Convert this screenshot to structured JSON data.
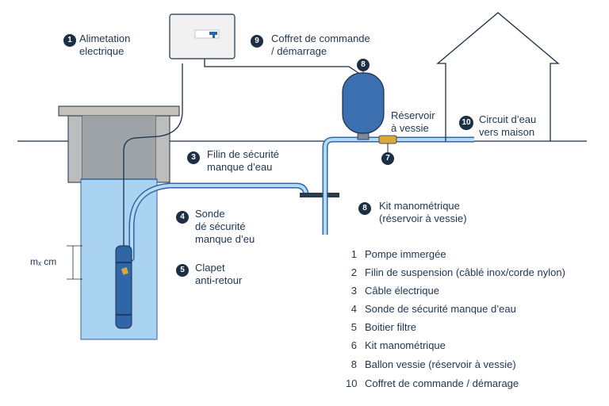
{
  "labels": {
    "l1": {
      "num": "1",
      "text1": "Alimetation",
      "text2": "electrique"
    },
    "l3": {
      "num": "3",
      "text1": "Filin de sécurité",
      "text2": "manque d’eau"
    },
    "l4": {
      "num": "4",
      "text1": "Sonde",
      "text2": "dé sécurité",
      "text3": "manque d’eu"
    },
    "l5": {
      "num": "5",
      "text1": "Clapet",
      "text2": "anti-retour"
    },
    "l7": {
      "num": "7"
    },
    "l8top": {
      "num": "8"
    },
    "l8kit": {
      "num": "8",
      "text1": "Kit manométrique",
      "text2": "(réservoir à vessie)"
    },
    "l9": {
      "num": "9",
      "text1": "Coffret de commande",
      "text2": "/ démarrage"
    },
    "l10": {
      "num": "10",
      "text1": "Circuit d’eau",
      "text2": "vers maison"
    },
    "reservoir": {
      "text1": "Réservoir",
      "text2": "à vessie"
    }
  },
  "depth_label": "mₓ cm",
  "legend": [
    {
      "num": "1",
      "text": "Pompe immergée"
    },
    {
      "num": "2",
      "text": "Filin de suspension (câblé inox/corde nylon)"
    },
    {
      "num": "3",
      "text": "Câble électrique"
    },
    {
      "num": "4",
      "text": "Sonde de sécurité manque d’eau"
    },
    {
      "num": "5",
      "text": "Boitier filtre"
    },
    {
      "num": "6",
      "text": "Kit manométrique"
    },
    {
      "num": "8",
      "text": "Ballon vessie (réservoir à vessie)"
    },
    {
      "num": "10",
      "text": "Coffret de commande / démarage"
    }
  ],
  "colors": {
    "navy": "#1c2f45",
    "water": "#a9d3f1",
    "pump": "#2f66a8",
    "pipe": "#8fbde6",
    "tank": "#3c6fb0",
    "well_wall": "#b9b9b9",
    "brass": "#d8a93a"
  }
}
